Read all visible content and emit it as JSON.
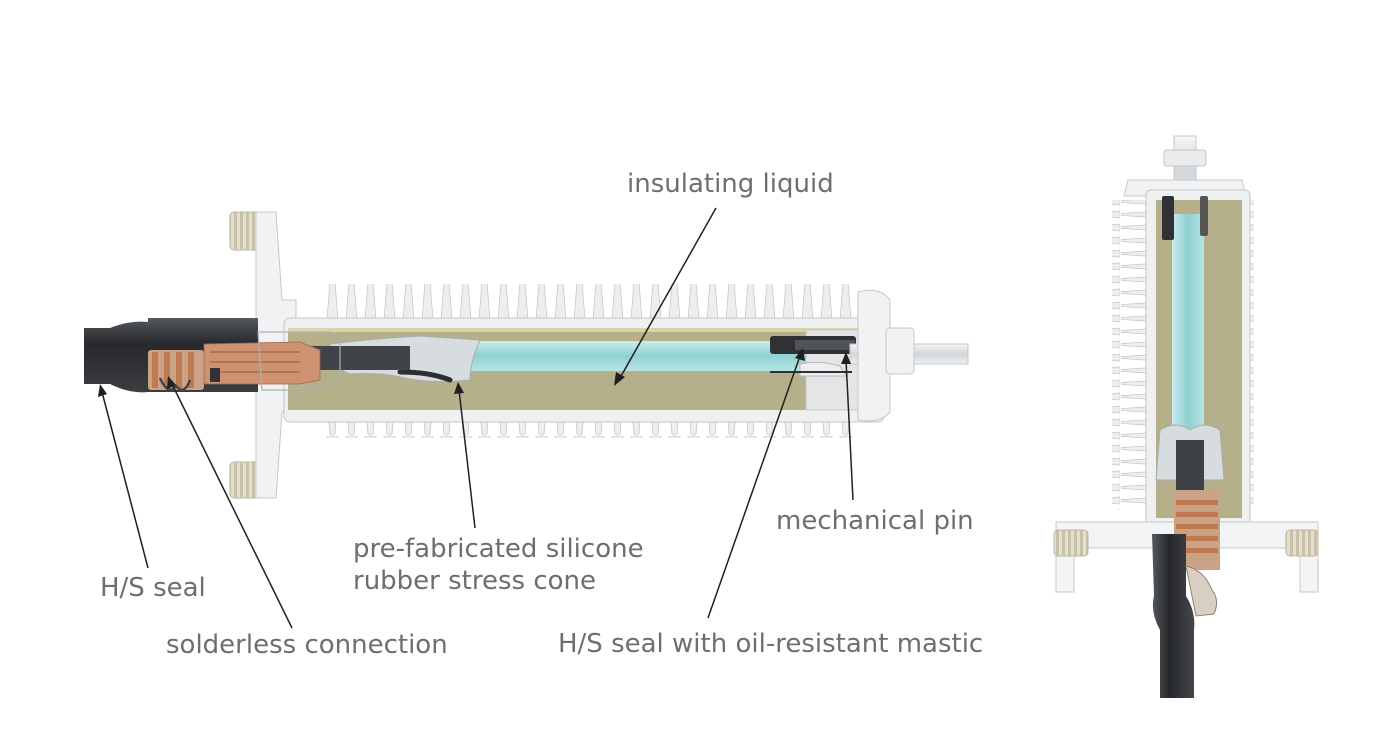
{
  "labels": {
    "insulating_liquid": "insulating liquid",
    "mechanical_pin": "mechanical pin",
    "stress_cone_line1": "pre-fabricated silicone",
    "stress_cone_line2": "rubber stress cone",
    "hs_seal": "H/S seal",
    "solderless_connection": "solderless connection",
    "hs_seal_mastic": "H/S seal with oil-resistant mastic"
  },
  "colors": {
    "label_text": "#6d6e71",
    "leader_line": "#231f20",
    "insulating_liquid": "#a8dcdc",
    "filler": "#b5b08a",
    "housing": "#e8eaec",
    "cable_jacket": "#2f3134",
    "copper": "#c98a63"
  }
}
